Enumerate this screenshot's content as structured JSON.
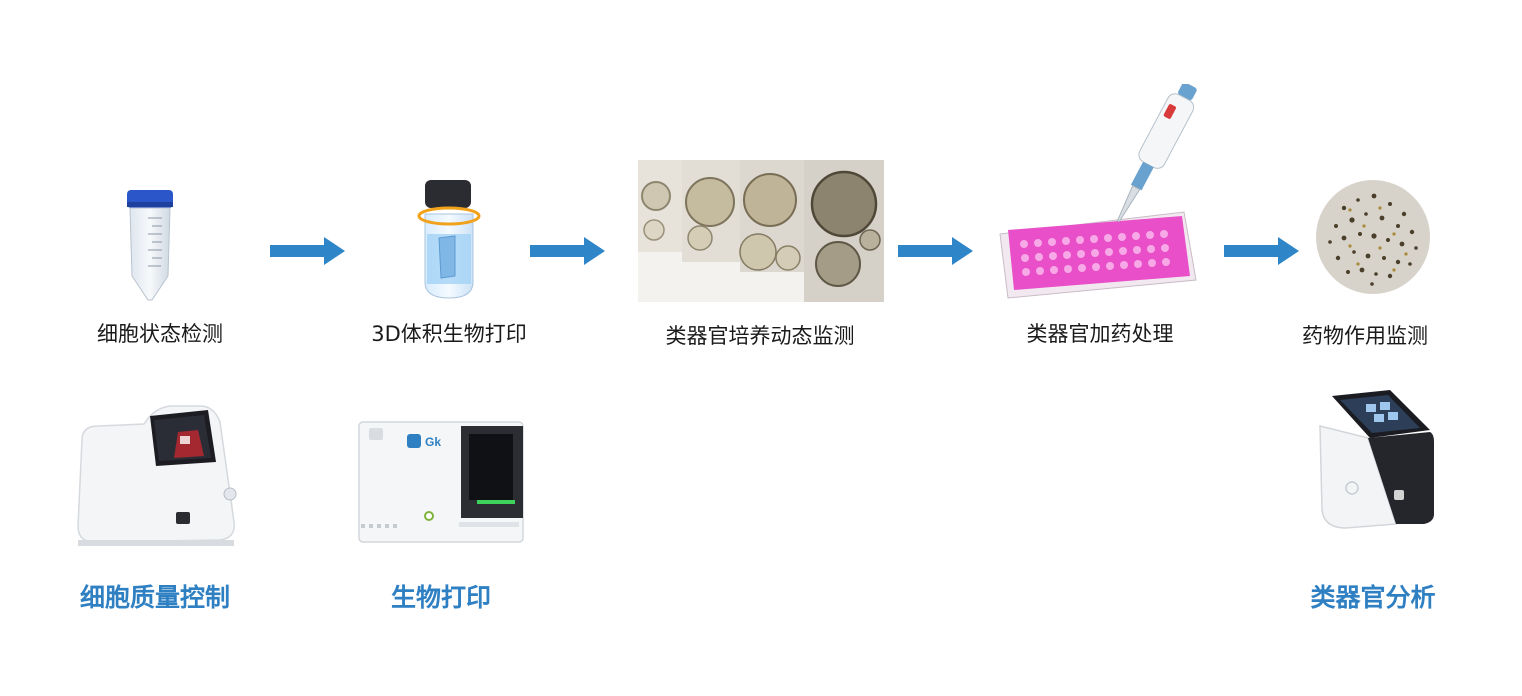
{
  "colors": {
    "accent": "#2f80c3",
    "arrow": "#2e86c8",
    "label": "#1a1a1a",
    "plate": "#e94fc8"
  },
  "steps": [
    {
      "label": "细胞状态检测",
      "icon": "centrifuge-tube-icon"
    },
    {
      "label": "3D体积生物打印",
      "icon": "print-vial-icon"
    },
    {
      "label": "类器官培养动态监测",
      "icon": "organoid-micrographs-icon"
    },
    {
      "label": "类器官加药处理",
      "icon": "pipette-well-plate-icon"
    },
    {
      "label": "药物作用监测",
      "icon": "organoid-dish-icon"
    }
  ],
  "devices": [
    {
      "label": "细胞质量控制",
      "icon": "cell-analyzer-device-icon"
    },
    {
      "label": "生物打印",
      "icon": "bioprinter-device-icon"
    },
    {
      "label": "类器官分析",
      "icon": "organoid-analyzer-device-icon"
    }
  ]
}
